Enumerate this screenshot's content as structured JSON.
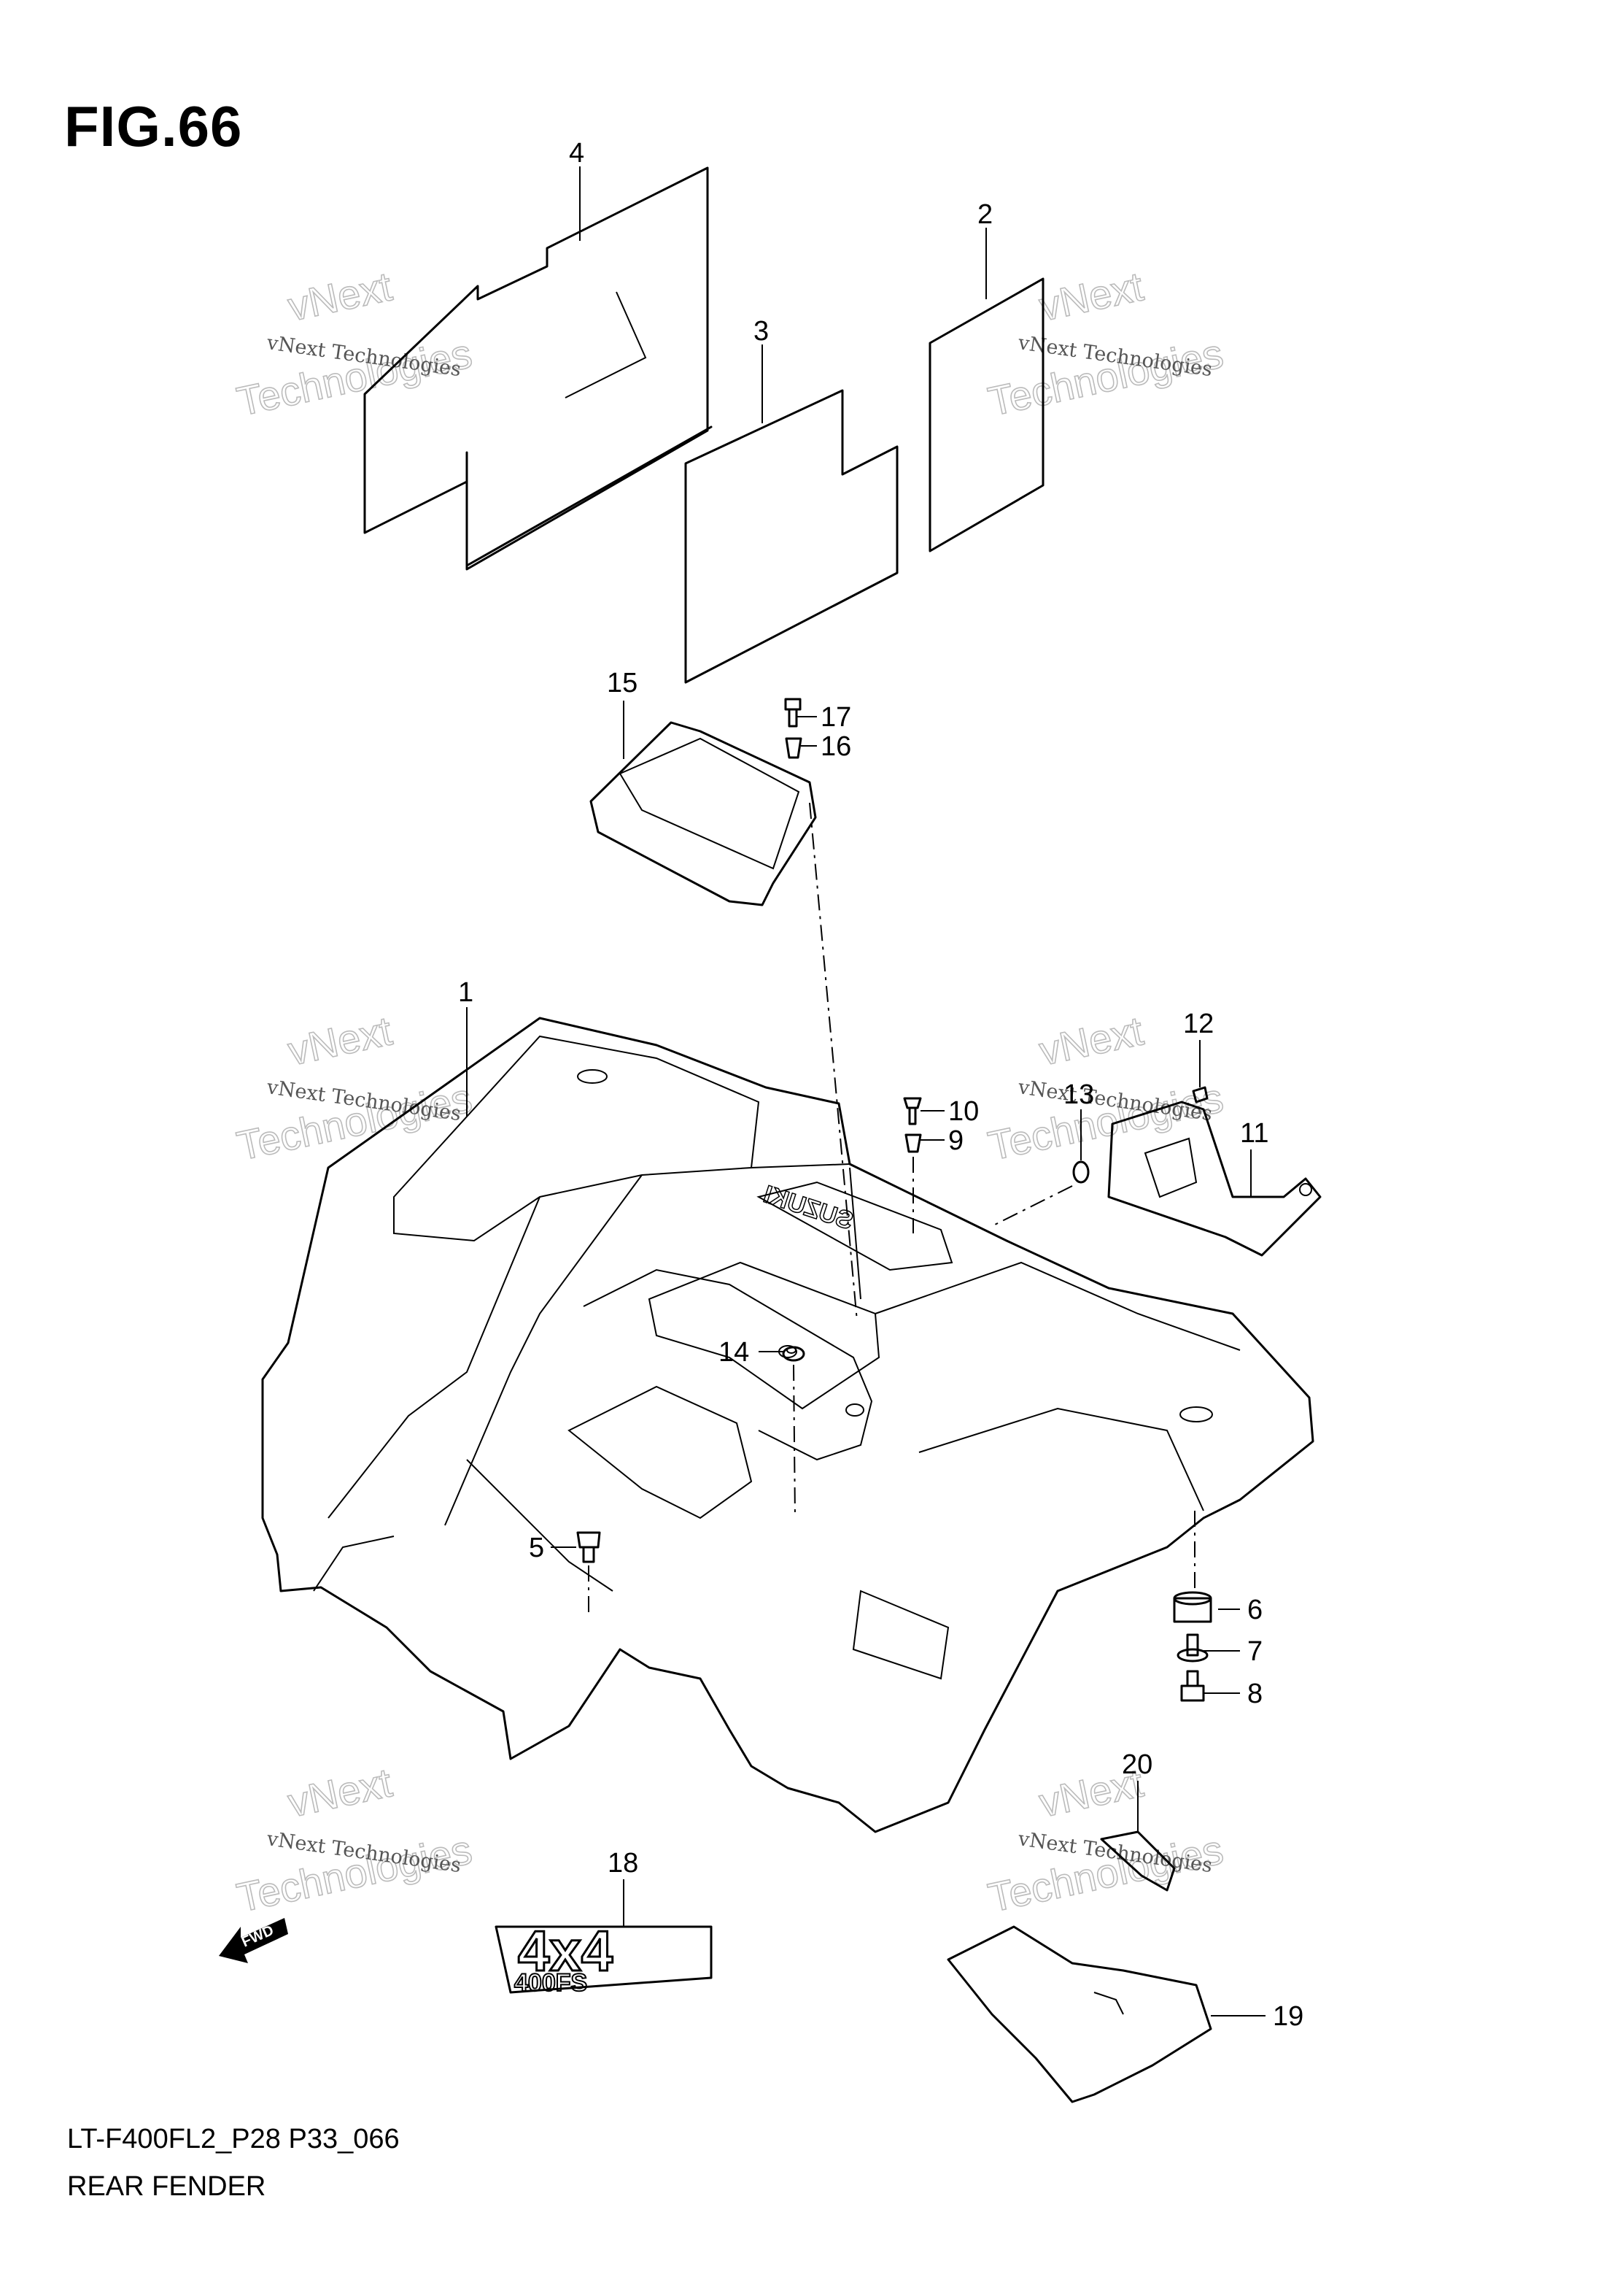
{
  "figure": {
    "title": "FIG.66",
    "model_code": "LT-F400FL2_P28 P33_066",
    "name": "REAR FENDER"
  },
  "watermark": {
    "line1": "vNext Technologies",
    "big1": "vNext",
    "big2": "Technologies"
  },
  "callouts": [
    "1",
    "2",
    "3",
    "4",
    "5",
    "6",
    "7",
    "8",
    "9",
    "10",
    "11",
    "12",
    "13",
    "14",
    "15",
    "16",
    "17",
    "18",
    "19",
    "20"
  ],
  "decal": {
    "main": "4x4",
    "sub": "400FS"
  },
  "fender_logo": "SUZUKI",
  "fwd_label": "FWD",
  "colors": {
    "ink": "#000000",
    "watermark": "#bbbbbb",
    "background": "#ffffff"
  }
}
